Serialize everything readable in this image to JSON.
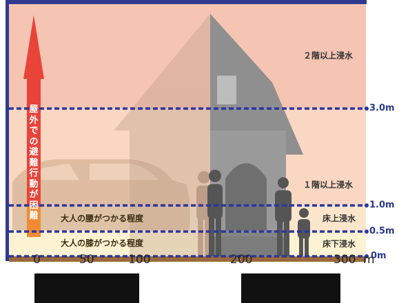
{
  "levels": [
    {
      "label": "3.0m",
      "value": 3.0
    },
    {
      "label": "1.0m",
      "value": 1.0
    },
    {
      "label": "0.5m",
      "value": 0.5
    },
    {
      "label": "0m",
      "value": 0
    }
  ],
  "zones": {
    "floor2": "２階以上浸水",
    "floor1": "１階以上浸水",
    "above_floor": "床上浸水",
    "below_floor": "床下浸水"
  },
  "adult_markers": {
    "waist": "大人の腰がつかる程度",
    "knee": "大人の膝がつかる程度"
  },
  "evacuation_text": "屋外での避難行動が困難",
  "scale": {
    "ticks": [
      "0",
      "50",
      "100",
      "200",
      "300"
    ],
    "unit": "m"
  },
  "colors": {
    "frame": "#2f3b8f",
    "dash": "#2a36a0",
    "zone_above_3m": "#f5c4b2",
    "zone_1_to_3m": "#f9d7c2",
    "zone_05_to_1m": "#fbe6cc",
    "zone_0_to_05m": "#fdf3d2",
    "ground": "#9a6a3a",
    "arrow": "#e8443a",
    "house": "#8c8c8c",
    "person": "#555555"
  }
}
